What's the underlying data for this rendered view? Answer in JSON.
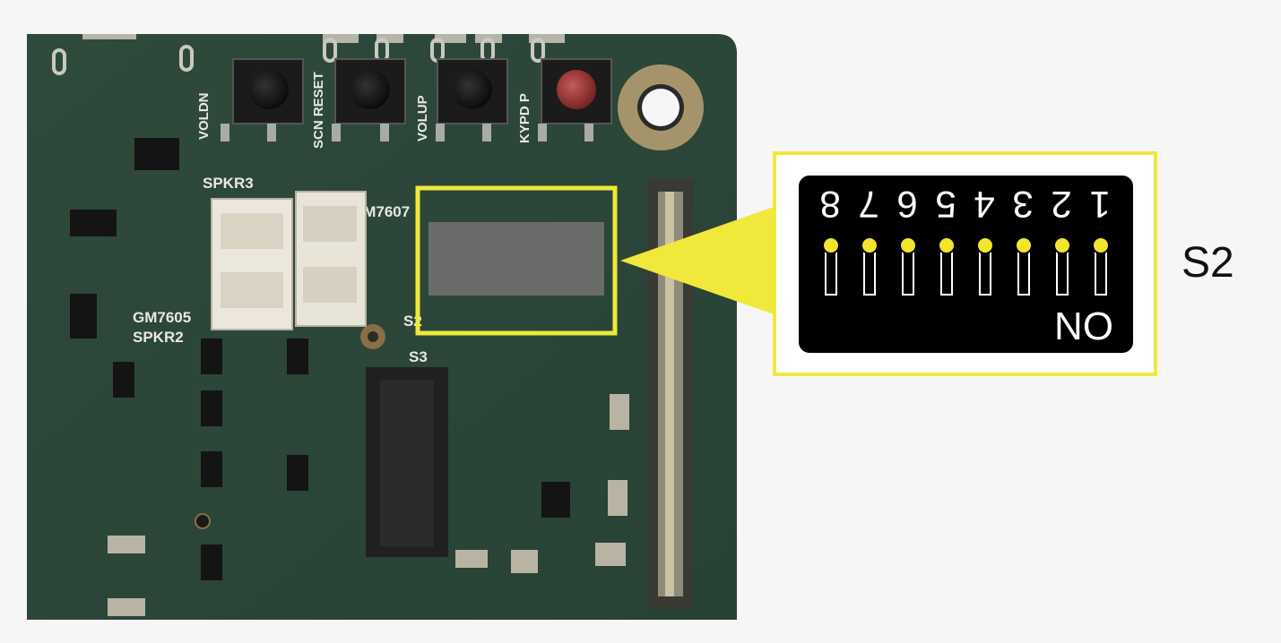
{
  "board": {
    "silkscreen": {
      "voldn": "VOLDN",
      "scan_reset": "SCN RESET",
      "volup": "VOLUP",
      "kypd_p": "KYPD P",
      "spkr3": "SPKR3",
      "gm7607": "GM7607",
      "gm7605": "GM7605",
      "spkr2": "SPKR2",
      "s3": "S3",
      "s2": "S2"
    }
  },
  "callout": {
    "numbers": [
      "1",
      "2",
      "3",
      "4",
      "5",
      "6",
      "7",
      "8"
    ],
    "on_label": "ON",
    "switch_name": "S2",
    "highlight_color": "#f0e83a",
    "knob_color": "#f5e42c"
  }
}
